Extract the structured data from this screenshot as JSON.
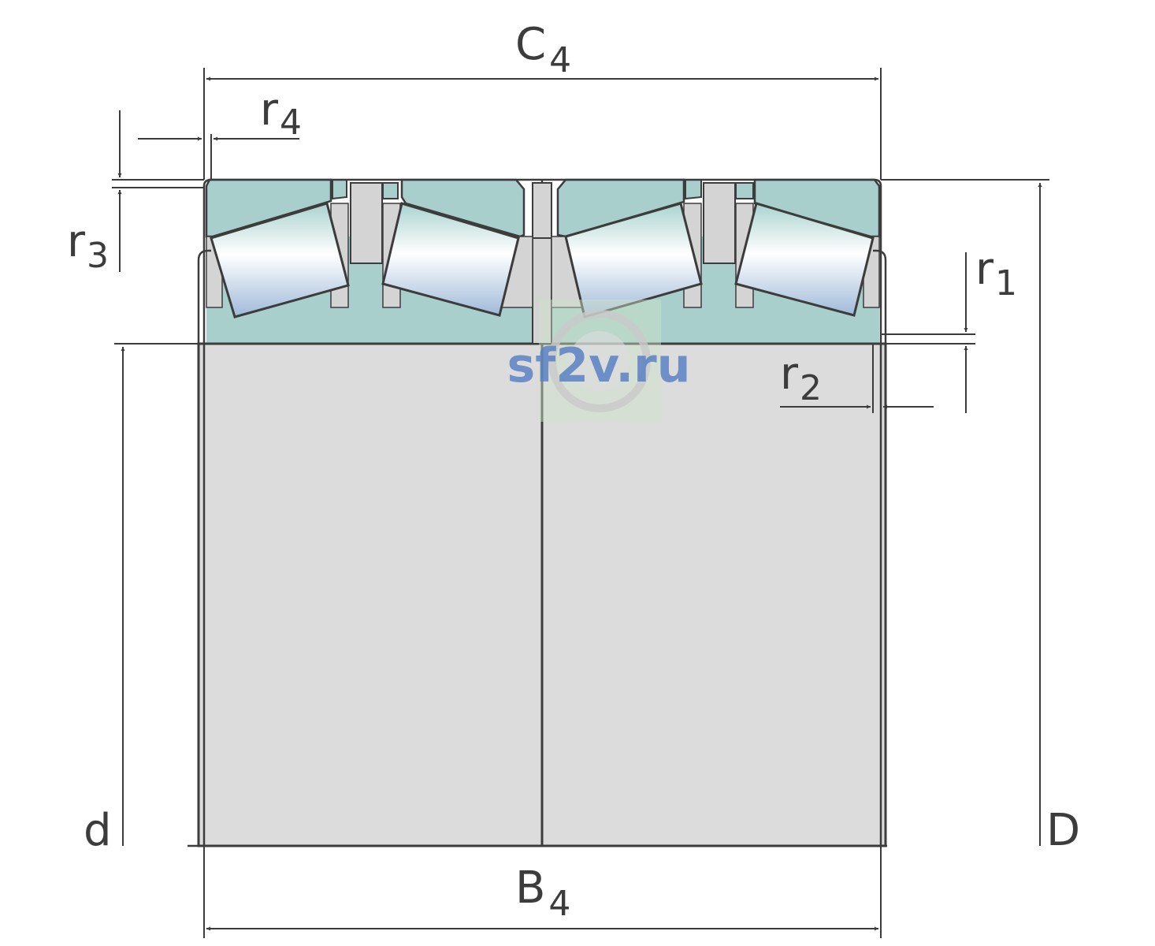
{
  "dimensions": {
    "c4": {
      "main": "C",
      "sub": "4"
    },
    "b4": {
      "main": "B",
      "sub": "4"
    },
    "r4": {
      "main": "r",
      "sub": "4"
    },
    "r3": {
      "main": "r",
      "sub": "3"
    },
    "r1": {
      "main": "r",
      "sub": "1"
    },
    "r2": {
      "main": "r",
      "sub": "2"
    },
    "d": "d",
    "D": "D"
  },
  "watermark": "sf2v.ru",
  "colors": {
    "line": "#3c3c3c",
    "outer_ring": "#a8cfcb",
    "inner_ring": "#dcdcdc",
    "spacer": "#d4d4d4",
    "watermark": "#5b82c4"
  }
}
